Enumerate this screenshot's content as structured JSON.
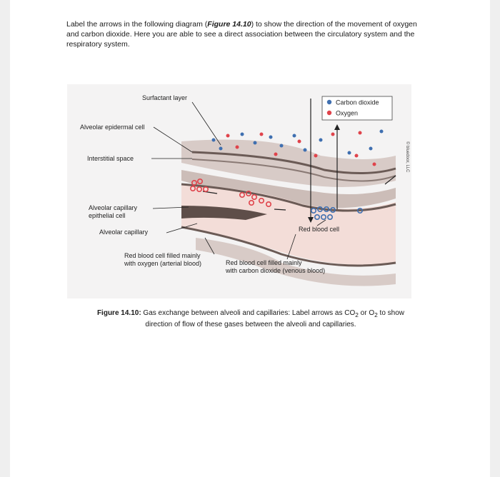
{
  "intro": {
    "text_before": "Label the arrows in the following diagram (",
    "figure_ref": "Figure 14.10",
    "text_after": ") to show the direction of the movement of oxygen and carbon dioxide. Here you are able to see a direct association between the circulatory system and the respiratory system."
  },
  "figure": {
    "labels": {
      "surfactant": "Surfactant layer",
      "alveolar_epidermal": "Alveolar epidermal cell",
      "interstitial": "Interstitial space",
      "capillary_epithelial_1": "Alveolar capillary",
      "capillary_epithelial_2": "epithelial cell",
      "alveolar_capillary": "Alveolar capillary",
      "rbc": "Red blood cell",
      "oxygenated_1": "Red blood cell filled mainly",
      "oxygenated_2": "with oxygen (arterial blood)",
      "venous_1": "Red blood cell filled mainly",
      "venous_2": "with carbon dioxide (venous blood)"
    },
    "legend": {
      "co2": "Carbon dioxide",
      "o2": "Oxygen"
    },
    "copyright": "© bluedoor, LLC",
    "colors": {
      "co2": "#3f6fb0",
      "o2": "#e0434b",
      "tissue": "#cfc2bd",
      "membrane": "#6b5b56",
      "lumen": "#f6e6e2"
    }
  },
  "caption": {
    "label": "Figure 14.10:",
    "text": " Gas exchange between alveoli and capillaries: Label arrows as CO",
    "sub1": "2",
    "or": " or O",
    "sub2": "2",
    "rest": " to show direction of flow of these gases between the alveoli and capillaries."
  }
}
